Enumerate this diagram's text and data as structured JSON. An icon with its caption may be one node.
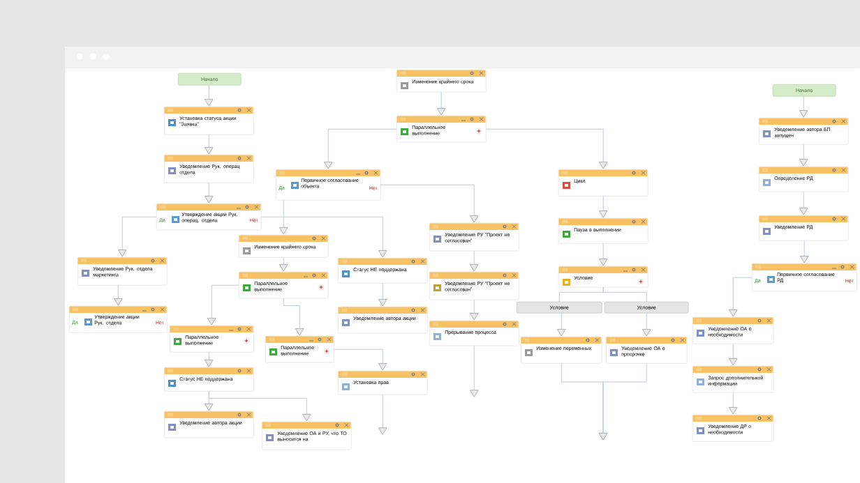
{
  "diagram": {
    "nodes": [
      {
        "text": [
          "Начало"
        ]
      },
      {
        "text": [
          "Установка статуса акции \"Заявка\""
        ]
      },
      {
        "text": [
          "Уведомление Рук. операц отдела"
        ]
      },
      {
        "text": [
          "Да",
          "Утверждение акции Рук. операц. отдела",
          "Нет"
        ]
      },
      {
        "text": [
          "Уведомление Рук. отдела маркетинга"
        ]
      },
      {
        "text": [
          "Да",
          "Утверждение акции Рук. отдела",
          "Нет"
        ]
      },
      {
        "text": [
          "Изменение крайнего срока"
        ]
      },
      {
        "text": [
          "Параллельное выполнение"
        ]
      },
      {
        "text": [
          "Да",
          "Первичное согласование объекта",
          "Нет"
        ]
      },
      {
        "text": [
          "Изменение крайнего срока"
        ]
      },
      {
        "text": [
          "Статус НЕ поддержана"
        ]
      },
      {
        "text": [
          "Уведомление РУ \"Проект не согласован\""
        ]
      },
      {
        "text": [
          "Параллельное выполнение"
        ]
      },
      {
        "text": [
          "Уведомление РУ \"Проект не согласован\""
        ]
      },
      {
        "text": [
          "Уведомление автора акции"
        ]
      },
      {
        "text": [
          "Прерывание процесса"
        ]
      },
      {
        "text": [
          "Параллельное выполнение"
        ]
      },
      {
        "text": [
          "Параллельное выполнение"
        ]
      },
      {
        "text": [
          "Установка прав"
        ]
      },
      {
        "text": [
          "Статус НЕ поддержана"
        ]
      },
      {
        "text": [
          "Уведомление автора акции"
        ]
      },
      {
        "text": [
          "Уведомление ОА и РУ, что ТО выносится на"
        ]
      },
      {
        "text": [
          "Цикл"
        ]
      },
      {
        "text": [
          "Пауза в выполнении"
        ]
      },
      {
        "text": [
          "Условие"
        ]
      },
      {
        "text": [
          "Условие"
        ]
      },
      {
        "text": [
          "Условие"
        ]
      },
      {
        "text": [
          "Изменение переменных"
        ]
      },
      {
        "text": [
          "Уведомление ОА о просрочке"
        ]
      },
      {
        "text": [
          "Начало"
        ]
      },
      {
        "text": [
          "Уведомление автора БП запущен"
        ]
      },
      {
        "text": [
          "Определение РД"
        ]
      },
      {
        "text": [
          "Уведомление РД"
        ]
      },
      {
        "text": [
          "Да",
          "Первичное согласование РД",
          "Нет"
        ]
      },
      {
        "text": [
          "Уведомление ОА о необходимости"
        ]
      },
      {
        "text": [
          "Запрос дополнительной информации"
        ]
      },
      {
        "text": [
          "Уведомление ДР о необходимости"
        ]
      }
    ],
    "edges": [
      {
        "from": 0,
        "to": 1,
        "arrow": "to"
      },
      {
        "from": 1,
        "to": 2,
        "arrow": "to"
      },
      {
        "from": 2,
        "to": 3,
        "arrow": "to"
      },
      {
        "from": 3,
        "to": 4,
        "arrow": "to"
      },
      {
        "from": 3,
        "to": 10,
        "arrow": "to"
      },
      {
        "from": 4,
        "to": 5,
        "arrow": "to"
      },
      {
        "from": 6,
        "to": 7,
        "arrow": "to"
      },
      {
        "from": 7,
        "to": 8,
        "arrow": "to"
      },
      {
        "from": 7,
        "to": 22,
        "arrow": "to"
      },
      {
        "from": 8,
        "to": 9,
        "arrow": "to"
      },
      {
        "from": 8,
        "to": 11,
        "arrow": "to"
      },
      {
        "from": 9,
        "to": 12,
        "arrow": "to"
      },
      {
        "from": 10,
        "to": 14,
        "arrow": "to"
      },
      {
        "from": 11,
        "to": 13,
        "arrow": "to"
      },
      {
        "from": 12,
        "to": 16,
        "arrow": "to"
      },
      {
        "from": 12,
        "to": 17,
        "arrow": "to"
      },
      {
        "from": 13,
        "to": 15,
        "arrow": "to"
      },
      {
        "from": 16,
        "to": 19,
        "arrow": "to"
      },
      {
        "from": 17,
        "to": 18,
        "arrow": "to"
      },
      {
        "from": 19,
        "to": 20,
        "arrow": "to"
      },
      {
        "from": 19,
        "to": 21,
        "arrow": "to"
      },
      {
        "from": 15,
        "to": null,
        "arrow": "to"
      },
      {
        "from": 18,
        "to": null,
        "arrow": "to"
      },
      {
        "from": 22,
        "to": 23,
        "arrow": "to"
      },
      {
        "from": 23,
        "to": 24,
        "arrow": "to"
      },
      {
        "from": 24,
        "to": 25,
        "arrow": "none"
      },
      {
        "from": 24,
        "to": 26,
        "arrow": "none"
      },
      {
        "from": 25,
        "to": 27,
        "arrow": "to"
      },
      {
        "from": 26,
        "to": 28,
        "arrow": "to"
      },
      {
        "from": 27,
        "to": null,
        "arrow": "to"
      },
      {
        "from": 28,
        "to": null,
        "arrow": "to"
      },
      {
        "from": 29,
        "to": 30,
        "arrow": "to"
      },
      {
        "from": 30,
        "to": 31,
        "arrow": "to"
      },
      {
        "from": 31,
        "to": 32,
        "arrow": "to"
      },
      {
        "from": 32,
        "to": 33,
        "arrow": "to"
      },
      {
        "from": 33,
        "to": 34,
        "arrow": "to"
      },
      {
        "from": 34,
        "to": 35,
        "arrow": "to"
      },
      {
        "from": 35,
        "to": 36,
        "arrow": "to"
      }
    ]
  }
}
